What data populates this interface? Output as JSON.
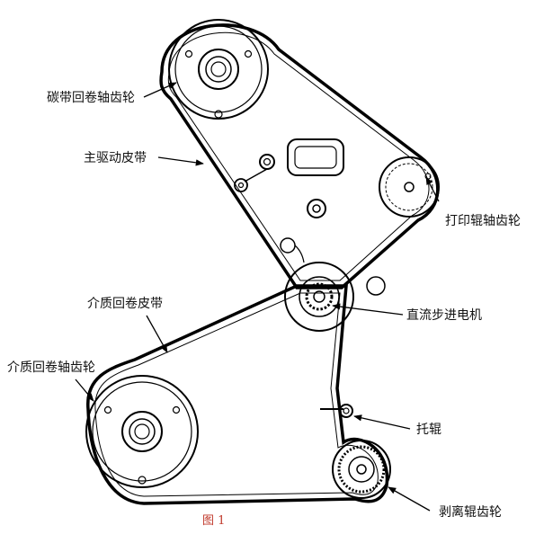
{
  "diagram": {
    "caption": "图 1",
    "labels": {
      "ribbon_gear": "碳带回卷轴齿轮",
      "main_belt": "主驱动皮带",
      "print_roller_gear": "打印辊轴齿轮",
      "media_belt": "介质回卷皮带",
      "media_gear": "介质回卷轴齿轮",
      "stepper_motor": "直流步进电机",
      "idler_roller": "托辊",
      "peel_roller_gear": "剥离辊齿轮"
    }
  },
  "colors": {
    "ink": "#000000",
    "caption": "#c0392b"
  }
}
